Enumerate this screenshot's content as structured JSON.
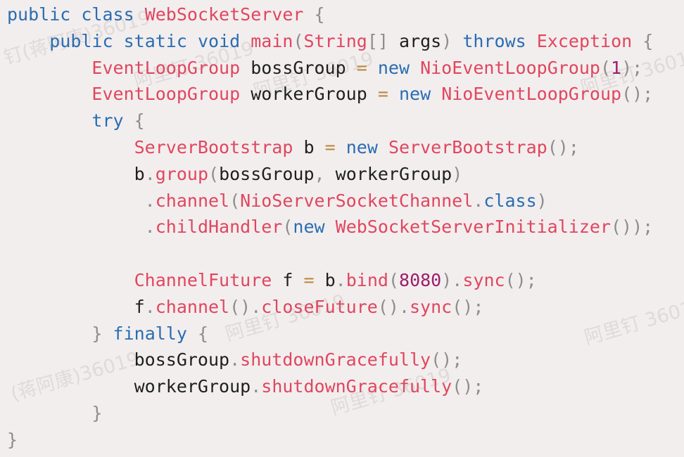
{
  "code": {
    "lines": [
      [
        {
          "t": "public",
          "c": "kw"
        },
        {
          "t": " ",
          "c": "id"
        },
        {
          "t": "class",
          "c": "kw"
        },
        {
          "t": " ",
          "c": "id"
        },
        {
          "t": "WebSocketServer",
          "c": "ty"
        },
        {
          "t": " ",
          "c": "id"
        },
        {
          "t": "{",
          "c": "pu"
        }
      ],
      [
        {
          "t": "    ",
          "c": "id"
        },
        {
          "t": "public",
          "c": "kw"
        },
        {
          "t": " ",
          "c": "id"
        },
        {
          "t": "static",
          "c": "kw"
        },
        {
          "t": " ",
          "c": "id"
        },
        {
          "t": "void",
          "c": "kw"
        },
        {
          "t": " ",
          "c": "id"
        },
        {
          "t": "main",
          "c": "fn"
        },
        {
          "t": "(",
          "c": "pu"
        },
        {
          "t": "String",
          "c": "ty"
        },
        {
          "t": "[]",
          "c": "pu"
        },
        {
          "t": " ",
          "c": "id"
        },
        {
          "t": "args",
          "c": "id"
        },
        {
          "t": ")",
          "c": "pu"
        },
        {
          "t": " ",
          "c": "id"
        },
        {
          "t": "throws",
          "c": "kw"
        },
        {
          "t": " ",
          "c": "id"
        },
        {
          "t": "Exception",
          "c": "ty"
        },
        {
          "t": " ",
          "c": "id"
        },
        {
          "t": "{",
          "c": "pu"
        }
      ],
      [
        {
          "t": "        ",
          "c": "id"
        },
        {
          "t": "EventLoopGroup",
          "c": "ty"
        },
        {
          "t": " ",
          "c": "id"
        },
        {
          "t": "bossGroup",
          "c": "id"
        },
        {
          "t": " ",
          "c": "id"
        },
        {
          "t": "=",
          "c": "op"
        },
        {
          "t": " ",
          "c": "id"
        },
        {
          "t": "new",
          "c": "kw"
        },
        {
          "t": " ",
          "c": "id"
        },
        {
          "t": "NioEventLoopGroup",
          "c": "ty"
        },
        {
          "t": "(",
          "c": "pu"
        },
        {
          "t": "1",
          "c": "num"
        },
        {
          "t": ");",
          "c": "pu"
        }
      ],
      [
        {
          "t": "        ",
          "c": "id"
        },
        {
          "t": "EventLoopGroup",
          "c": "ty"
        },
        {
          "t": " ",
          "c": "id"
        },
        {
          "t": "workerGroup",
          "c": "id"
        },
        {
          "t": " ",
          "c": "id"
        },
        {
          "t": "=",
          "c": "op"
        },
        {
          "t": " ",
          "c": "id"
        },
        {
          "t": "new",
          "c": "kw"
        },
        {
          "t": " ",
          "c": "id"
        },
        {
          "t": "NioEventLoopGroup",
          "c": "ty"
        },
        {
          "t": "();",
          "c": "pu"
        }
      ],
      [
        {
          "t": "        ",
          "c": "id"
        },
        {
          "t": "try",
          "c": "kw"
        },
        {
          "t": " ",
          "c": "id"
        },
        {
          "t": "{",
          "c": "pu"
        }
      ],
      [
        {
          "t": "            ",
          "c": "id"
        },
        {
          "t": "ServerBootstrap",
          "c": "ty"
        },
        {
          "t": " ",
          "c": "id"
        },
        {
          "t": "b",
          "c": "id"
        },
        {
          "t": " ",
          "c": "id"
        },
        {
          "t": "=",
          "c": "op"
        },
        {
          "t": " ",
          "c": "id"
        },
        {
          "t": "new",
          "c": "kw"
        },
        {
          "t": " ",
          "c": "id"
        },
        {
          "t": "ServerBootstrap",
          "c": "ty"
        },
        {
          "t": "();",
          "c": "pu"
        }
      ],
      [
        {
          "t": "            ",
          "c": "id"
        },
        {
          "t": "b",
          "c": "id"
        },
        {
          "t": ".",
          "c": "pu"
        },
        {
          "t": "group",
          "c": "fn"
        },
        {
          "t": "(",
          "c": "pu"
        },
        {
          "t": "bossGroup",
          "c": "id"
        },
        {
          "t": ",",
          "c": "pu"
        },
        {
          "t": " ",
          "c": "id"
        },
        {
          "t": "workerGroup",
          "c": "id"
        },
        {
          "t": ")",
          "c": "pu"
        }
      ],
      [
        {
          "t": "             ",
          "c": "id"
        },
        {
          "t": ".",
          "c": "pu"
        },
        {
          "t": "channel",
          "c": "fn"
        },
        {
          "t": "(",
          "c": "pu"
        },
        {
          "t": "NioServerSocketChannel",
          "c": "ty"
        },
        {
          "t": ".",
          "c": "pu"
        },
        {
          "t": "class",
          "c": "kw"
        },
        {
          "t": ")",
          "c": "pu"
        }
      ],
      [
        {
          "t": "             ",
          "c": "id"
        },
        {
          "t": ".",
          "c": "pu"
        },
        {
          "t": "childHandler",
          "c": "fn"
        },
        {
          "t": "(",
          "c": "pu"
        },
        {
          "t": "new",
          "c": "kw"
        },
        {
          "t": " ",
          "c": "id"
        },
        {
          "t": "WebSocketServerInitializer",
          "c": "ty"
        },
        {
          "t": "());",
          "c": "pu"
        }
      ],
      [],
      [
        {
          "t": "            ",
          "c": "id"
        },
        {
          "t": "ChannelFuture",
          "c": "ty"
        },
        {
          "t": " ",
          "c": "id"
        },
        {
          "t": "f",
          "c": "id"
        },
        {
          "t": " ",
          "c": "id"
        },
        {
          "t": "=",
          "c": "op"
        },
        {
          "t": " ",
          "c": "id"
        },
        {
          "t": "b",
          "c": "id"
        },
        {
          "t": ".",
          "c": "pu"
        },
        {
          "t": "bind",
          "c": "fn"
        },
        {
          "t": "(",
          "c": "pu"
        },
        {
          "t": "8080",
          "c": "num"
        },
        {
          "t": ").",
          "c": "pu"
        },
        {
          "t": "sync",
          "c": "fn"
        },
        {
          "t": "();",
          "c": "pu"
        }
      ],
      [
        {
          "t": "            ",
          "c": "id"
        },
        {
          "t": "f",
          "c": "id"
        },
        {
          "t": ".",
          "c": "pu"
        },
        {
          "t": "channel",
          "c": "fn"
        },
        {
          "t": "().",
          "c": "pu"
        },
        {
          "t": "closeFuture",
          "c": "fn"
        },
        {
          "t": "().",
          "c": "pu"
        },
        {
          "t": "sync",
          "c": "fn"
        },
        {
          "t": "();",
          "c": "pu"
        }
      ],
      [
        {
          "t": "        ",
          "c": "id"
        },
        {
          "t": "}",
          "c": "pu"
        },
        {
          "t": " ",
          "c": "id"
        },
        {
          "t": "finally",
          "c": "kw"
        },
        {
          "t": " ",
          "c": "id"
        },
        {
          "t": "{",
          "c": "pu"
        }
      ],
      [
        {
          "t": "            ",
          "c": "id"
        },
        {
          "t": "bossGroup",
          "c": "id"
        },
        {
          "t": ".",
          "c": "pu"
        },
        {
          "t": "shutdownGracefully",
          "c": "fn"
        },
        {
          "t": "();",
          "c": "pu"
        }
      ],
      [
        {
          "t": "            ",
          "c": "id"
        },
        {
          "t": "workerGroup",
          "c": "id"
        },
        {
          "t": ".",
          "c": "pu"
        },
        {
          "t": "shutdownGracefully",
          "c": "fn"
        },
        {
          "t": "();",
          "c": "pu"
        }
      ],
      [
        {
          "t": "        ",
          "c": "id"
        },
        {
          "t": "}",
          "c": "pu"
        }
      ],
      [
        {
          "t": "}",
          "c": "pu"
        }
      ]
    ]
  },
  "watermark": {
    "items": [
      {
        "text": "阿里钉 36019"
      },
      {
        "text": "阿里钉 36019"
      },
      {
        "text": "阿里钉 3601"
      },
      {
        "text": "阿里钉 36019"
      },
      {
        "text": "阿里钉 3601"
      },
      {
        "text": "钉(蒋阿康)36019"
      },
      {
        "text": "(蒋阿康)36019"
      },
      {
        "text": "阿里钉 36019"
      }
    ]
  },
  "colors": {
    "background": "#f2eeee",
    "keyword": "#2a6db2",
    "type": "#e0465f",
    "number": "#9a1e69",
    "identifier": "#1f1f1f",
    "punctuation": "#8d8d8d",
    "operator": "#b98a3f"
  }
}
